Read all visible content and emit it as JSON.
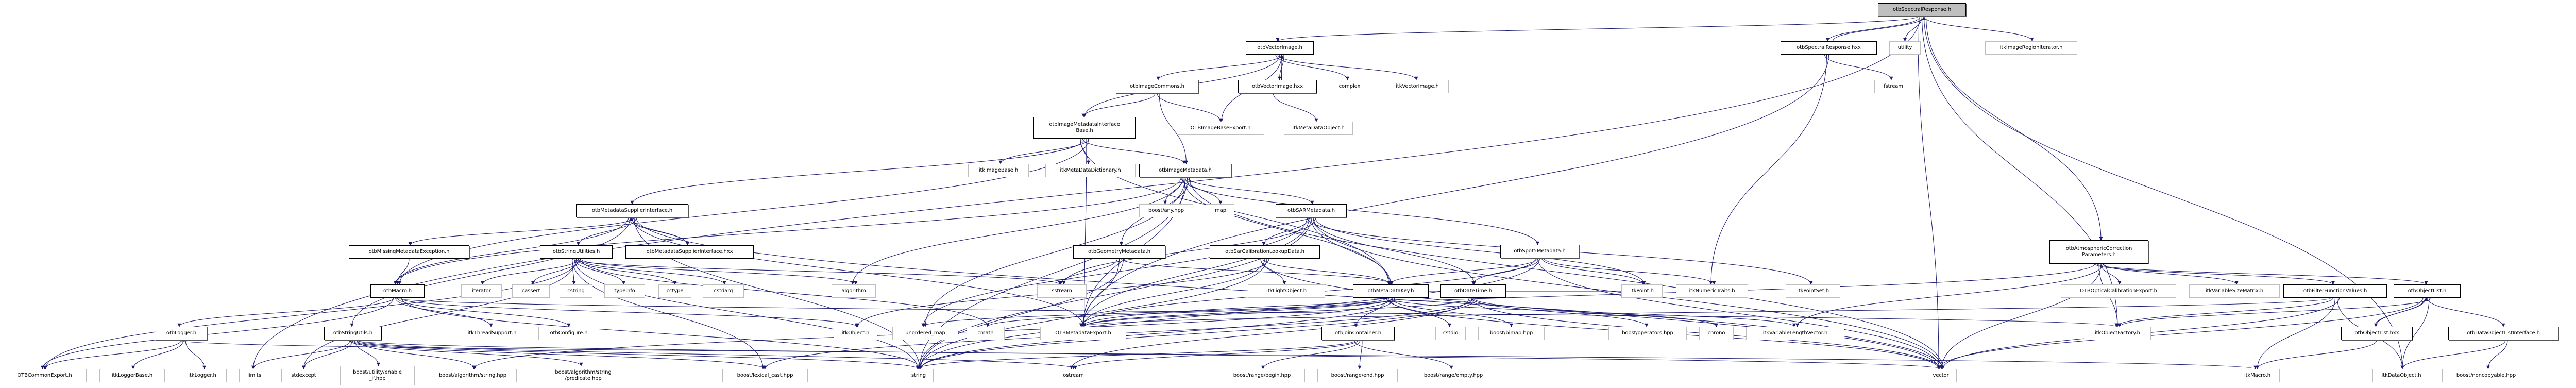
{
  "title": "otbSpectralResponse.h include dependency graph",
  "colors": {
    "edge": "#191970",
    "root_fill": "#bfbfbf",
    "internal_border": "#000000",
    "external_border": "#bfbfbf"
  },
  "nodes": [
    {
      "id": "root",
      "label": "otbSpectralResponse.h",
      "kind": "root"
    },
    {
      "id": "vecimg",
      "label": "otbVectorImage.h",
      "kind": "internal"
    },
    {
      "id": "srhxx",
      "label": "otbSpectralResponse.hxx",
      "kind": "internal"
    },
    {
      "id": "utility",
      "label": "utility",
      "kind": "external"
    },
    {
      "id": "itkiri",
      "label": "itkImageRegionIterator.h",
      "kind": "external"
    },
    {
      "id": "imgcommons",
      "label": "otbImageCommons.h",
      "kind": "internal"
    },
    {
      "id": "vecimghxx",
      "label": "otbVectorImage.hxx",
      "kind": "internal"
    },
    {
      "id": "complex",
      "label": "complex",
      "kind": "external"
    },
    {
      "id": "itkvecimg",
      "label": "itkVectorImage.h",
      "kind": "external"
    },
    {
      "id": "fstream",
      "label": "fstream",
      "kind": "external"
    },
    {
      "id": "imib",
      "label": "otbImageMetadataInterface\nBase.h",
      "kind": "internal"
    },
    {
      "id": "otbimgexp",
      "label": "OTBImageBaseExport.h",
      "kind": "external"
    },
    {
      "id": "itkmdo",
      "label": "itkMetaDataObject.h",
      "kind": "external"
    },
    {
      "id": "itkimgbase",
      "label": "itkImageBase.h",
      "kind": "external"
    },
    {
      "id": "itkmdd",
      "label": "itkMetaDataDictionary.h",
      "kind": "external"
    },
    {
      "id": "imgmd",
      "label": "otbImageMetadata.h",
      "kind": "internal"
    },
    {
      "id": "msi",
      "label": "otbMetadataSupplierInterface.h",
      "kind": "internal"
    },
    {
      "id": "boostany",
      "label": "boost/any.hpp",
      "kind": "external"
    },
    {
      "id": "map",
      "label": "map",
      "kind": "external"
    },
    {
      "id": "sarmd",
      "label": "otbSARMetadata.h",
      "kind": "internal"
    },
    {
      "id": "missing",
      "label": "otbMissingMetadataException.h",
      "kind": "internal"
    },
    {
      "id": "strutilities",
      "label": "otbStringUtilities.h",
      "kind": "internal"
    },
    {
      "id": "msihxx",
      "label": "otbMetadataSupplierInterface.hxx",
      "kind": "internal"
    },
    {
      "id": "geommd",
      "label": "otbGeometryMetadata.h",
      "kind": "internal"
    },
    {
      "id": "sarcal",
      "label": "otbSarCalibrationLookupData.h",
      "kind": "internal"
    },
    {
      "id": "spot5",
      "label": "otbSpot5Metadata.h",
      "kind": "internal"
    },
    {
      "id": "atmo",
      "label": "otbAtmosphericCorrection\nParameters.h",
      "kind": "internal"
    },
    {
      "id": "macro",
      "label": "otbMacro.h",
      "kind": "internal"
    },
    {
      "id": "iterator",
      "label": "iterator",
      "kind": "external"
    },
    {
      "id": "cassert",
      "label": "cassert",
      "kind": "external"
    },
    {
      "id": "cstring",
      "label": "cstring",
      "kind": "external"
    },
    {
      "id": "typeinfo",
      "label": "typeinfo",
      "kind": "external"
    },
    {
      "id": "cctype",
      "label": "cctype",
      "kind": "external"
    },
    {
      "id": "cstdarg",
      "label": "cstdarg",
      "kind": "external"
    },
    {
      "id": "algorithm",
      "label": "algorithm",
      "kind": "external"
    },
    {
      "id": "sstream",
      "label": "sstream",
      "kind": "external"
    },
    {
      "id": "itklight",
      "label": "itkLightObject.h",
      "kind": "external"
    },
    {
      "id": "mdkey",
      "label": "otbMetaDataKey.h",
      "kind": "internal"
    },
    {
      "id": "datetime",
      "label": "otbDateTime.h",
      "kind": "internal"
    },
    {
      "id": "itkpoint",
      "label": "itkPoint.h",
      "kind": "external"
    },
    {
      "id": "itknumtraits",
      "label": "itkNumericTraits.h",
      "kind": "external"
    },
    {
      "id": "itkpointset",
      "label": "itkPointSet.h",
      "kind": "external"
    },
    {
      "id": "otboptexp",
      "label": "OTBOpticalCalibrationExport.h",
      "kind": "external"
    },
    {
      "id": "itkvsm",
      "label": "itkVariableSizeMatrix.h",
      "kind": "external"
    },
    {
      "id": "ffv",
      "label": "otbFilterFunctionValues.h",
      "kind": "internal"
    },
    {
      "id": "objlist",
      "label": "otbObjectList.h",
      "kind": "internal"
    },
    {
      "id": "logger",
      "label": "otbLogger.h",
      "kind": "internal"
    },
    {
      "id": "strutils",
      "label": "otbStringUtils.h",
      "kind": "internal"
    },
    {
      "id": "itkthread",
      "label": "itkThreadSupport.h",
      "kind": "external"
    },
    {
      "id": "configure",
      "label": "otbConfigure.h",
      "kind": "external"
    },
    {
      "id": "itkobject",
      "label": "itkObject.h",
      "kind": "external"
    },
    {
      "id": "umap",
      "label": "unordered_map",
      "kind": "external"
    },
    {
      "id": "cmath",
      "label": "cmath",
      "kind": "external"
    },
    {
      "id": "otbmdexp",
      "label": "OTBMetadataExport.h",
      "kind": "external"
    },
    {
      "id": "join",
      "label": "otbJoinContainer.h",
      "kind": "internal"
    },
    {
      "id": "cstdio",
      "label": "cstdio",
      "kind": "external"
    },
    {
      "id": "bimap",
      "label": "boost/bimap.hpp",
      "kind": "external"
    },
    {
      "id": "operators",
      "label": "boost/operators.hpp",
      "kind": "external"
    },
    {
      "id": "chrono",
      "label": "chrono",
      "kind": "external"
    },
    {
      "id": "itkvlv",
      "label": "itkVariableLengthVector.h",
      "kind": "external"
    },
    {
      "id": "itkobjfac",
      "label": "itkObjectFactory.h",
      "kind": "external"
    },
    {
      "id": "objlisthxx",
      "label": "otbObjectList.hxx",
      "kind": "internal"
    },
    {
      "id": "dolint",
      "label": "otbDataObjectListInterface.h",
      "kind": "internal"
    },
    {
      "id": "otbcommonexp",
      "label": "OTBCommonExport.h",
      "kind": "external"
    },
    {
      "id": "itkloggerbase",
      "label": "itkLoggerBase.h",
      "kind": "external"
    },
    {
      "id": "itklogger",
      "label": "itkLogger.h",
      "kind": "external"
    },
    {
      "id": "limits",
      "label": "limits",
      "kind": "external"
    },
    {
      "id": "stdexcept",
      "label": "stdexcept",
      "kind": "external"
    },
    {
      "id": "enableif",
      "label": "boost/utility/enable\n_if.hpp",
      "kind": "external"
    },
    {
      "id": "algstring",
      "label": "boost/algorithm/string.hpp",
      "kind": "external"
    },
    {
      "id": "algpred",
      "label": "boost/algorithm/string\n/predicate.hpp",
      "kind": "external"
    },
    {
      "id": "lexcast",
      "label": "boost/lexical_cast.hpp",
      "kind": "external"
    },
    {
      "id": "string",
      "label": "string",
      "kind": "external"
    },
    {
      "id": "ostream",
      "label": "ostream",
      "kind": "external"
    },
    {
      "id": "rbegin",
      "label": "boost/range/begin.hpp",
      "kind": "external"
    },
    {
      "id": "rend",
      "label": "boost/range/end.hpp",
      "kind": "external"
    },
    {
      "id": "rempty",
      "label": "boost/range/empty.hpp",
      "kind": "external"
    },
    {
      "id": "vector",
      "label": "vector",
      "kind": "external"
    },
    {
      "id": "itkmacro",
      "label": "itkMacro.h",
      "kind": "external"
    },
    {
      "id": "itkdataobj",
      "label": "itkDataObject.h",
      "kind": "external"
    },
    {
      "id": "noncopy",
      "label": "boost/noncopyable.hpp",
      "kind": "external"
    }
  ],
  "edges": [
    [
      "root",
      "vecimg"
    ],
    [
      "root",
      "srhxx"
    ],
    [
      "root",
      "utility"
    ],
    [
      "root",
      "itkiri"
    ],
    [
      "root",
      "atmo"
    ],
    [
      "root",
      "vector"
    ],
    [
      "root",
      "limits"
    ],
    [
      "root",
      "itkobjfac"
    ],
    [
      "root",
      "itkdataobj"
    ],
    [
      "srhxx",
      "root"
    ],
    [
      "srhxx",
      "fstream"
    ],
    [
      "srhxx",
      "itknumtraits"
    ],
    [
      "srhxx",
      "otbmdexp"
    ],
    [
      "vecimg",
      "imgcommons"
    ],
    [
      "vecimg",
      "vecimghxx"
    ],
    [
      "vecimg",
      "complex"
    ],
    [
      "vecimg",
      "itkvecimg"
    ],
    [
      "vecimg",
      "imib"
    ],
    [
      "vecimg",
      "otbimgexp"
    ],
    [
      "vecimghxx",
      "vecimg"
    ],
    [
      "vecimghxx",
      "itkmdo"
    ],
    [
      "imgcommons",
      "imib"
    ],
    [
      "imgcommons",
      "otbimgexp"
    ],
    [
      "imgcommons",
      "imgmd"
    ],
    [
      "imib",
      "itkimgbase"
    ],
    [
      "imib",
      "itkmdd"
    ],
    [
      "imib",
      "imgmd"
    ],
    [
      "imib",
      "msi"
    ],
    [
      "imib",
      "otbmdexp"
    ],
    [
      "imib",
      "macro"
    ],
    [
      "imib",
      "mdkey"
    ],
    [
      "imgmd",
      "boostany"
    ],
    [
      "imgmd",
      "map"
    ],
    [
      "imgmd",
      "sarmd"
    ],
    [
      "imgmd",
      "geommd"
    ],
    [
      "imgmd",
      "spot5"
    ],
    [
      "imgmd",
      "mdkey"
    ],
    [
      "imgmd",
      "otbmdexp"
    ],
    [
      "imgmd",
      "string"
    ],
    [
      "imgmd",
      "vector"
    ],
    [
      "imgmd",
      "macro"
    ],
    [
      "imgmd",
      "algorithm"
    ],
    [
      "imgmd",
      "umap"
    ],
    [
      "msi",
      "missing"
    ],
    [
      "msi",
      "strutilities"
    ],
    [
      "msi",
      "msihxx"
    ],
    [
      "msi",
      "strutils"
    ],
    [
      "msi",
      "otbmdexp"
    ],
    [
      "msi",
      "string"
    ],
    [
      "msi",
      "vector"
    ],
    [
      "msi",
      "macro"
    ],
    [
      "msihxx",
      "msi"
    ],
    [
      "missing",
      "macro"
    ],
    [
      "strutilities",
      "iterator"
    ],
    [
      "strutilities",
      "cassert"
    ],
    [
      "strutilities",
      "cstring"
    ],
    [
      "strutilities",
      "typeinfo"
    ],
    [
      "strutilities",
      "cctype"
    ],
    [
      "strutilities",
      "cstdarg"
    ],
    [
      "strutilities",
      "algorithm"
    ],
    [
      "strutilities",
      "sstream"
    ],
    [
      "strutilities",
      "string"
    ],
    [
      "strutilities",
      "stdexcept"
    ],
    [
      "strutilities",
      "otbcommonexp"
    ],
    [
      "strutilities",
      "cmath"
    ],
    [
      "strutilities",
      "lexcast"
    ],
    [
      "sarmd",
      "sarcal"
    ],
    [
      "sarmd",
      "mdkey"
    ],
    [
      "sarmd",
      "datetime"
    ],
    [
      "sarmd",
      "itkpoint"
    ],
    [
      "sarmd",
      "itkpointset"
    ],
    [
      "sarmd",
      "otbmdexp"
    ],
    [
      "sarmd",
      "string"
    ],
    [
      "sarmd",
      "vector"
    ],
    [
      "sarmd",
      "sstream"
    ],
    [
      "sarmd",
      "umap"
    ],
    [
      "geommd",
      "sstream"
    ],
    [
      "geommd",
      "otbmdexp"
    ],
    [
      "geommd",
      "mdkey"
    ],
    [
      "geommd",
      "string"
    ],
    [
      "sarcal",
      "itklight"
    ],
    [
      "sarcal",
      "mdkey"
    ],
    [
      "sarcal",
      "otbmdexp"
    ],
    [
      "sarcal",
      "string"
    ],
    [
      "sarcal",
      "itkobject"
    ],
    [
      "sarcal",
      "vector"
    ],
    [
      "spot5",
      "mdkey"
    ],
    [
      "spot5",
      "datetime"
    ],
    [
      "spot5",
      "itkpoint"
    ],
    [
      "spot5",
      "itknumtraits"
    ],
    [
      "spot5",
      "otbmdexp"
    ],
    [
      "spot5",
      "vector"
    ],
    [
      "spot5",
      "string"
    ],
    [
      "atmo",
      "otboptexp"
    ],
    [
      "atmo",
      "itkvsm"
    ],
    [
      "atmo",
      "ffv"
    ],
    [
      "atmo",
      "objlist"
    ],
    [
      "atmo",
      "itkobjfac"
    ],
    [
      "atmo",
      "vector"
    ],
    [
      "atmo",
      "itkvlv"
    ],
    [
      "atmo",
      "otbmdexp"
    ],
    [
      "ffv",
      "itkobjfac"
    ],
    [
      "ffv",
      "itkmacro"
    ],
    [
      "ffv",
      "itkdataobj"
    ],
    [
      "ffv",
      "vector"
    ],
    [
      "ffv",
      "otbmdexp"
    ],
    [
      "objlist",
      "objlisthxx"
    ],
    [
      "objlist",
      "dolint"
    ],
    [
      "objlist",
      "itkdataobj"
    ],
    [
      "objlist",
      "itkobjfac"
    ],
    [
      "objlist",
      "vector"
    ],
    [
      "objlisthxx",
      "objlist"
    ],
    [
      "objlisthxx",
      "itkmacro"
    ],
    [
      "dolint",
      "itkdataobj"
    ],
    [
      "dolint",
      "noncopy"
    ],
    [
      "macro",
      "logger"
    ],
    [
      "macro",
      "itkthread"
    ],
    [
      "macro",
      "configure"
    ],
    [
      "macro",
      "itkobject"
    ],
    [
      "macro",
      "string"
    ],
    [
      "macro",
      "otbcommonexp"
    ],
    [
      "macro",
      "itkobjfac"
    ],
    [
      "logger",
      "otbcommonexp"
    ],
    [
      "logger",
      "itkloggerbase"
    ],
    [
      "logger",
      "itklogger"
    ],
    [
      "logger",
      "itkmacro"
    ],
    [
      "strutils",
      "limits"
    ],
    [
      "strutils",
      "stdexcept"
    ],
    [
      "strutils",
      "enableif"
    ],
    [
      "strutils",
      "algstring"
    ],
    [
      "strutils",
      "algpred"
    ],
    [
      "strutils",
      "lexcast"
    ],
    [
      "strutils",
      "string"
    ],
    [
      "strutils",
      "vector"
    ],
    [
      "strutils",
      "ostream"
    ],
    [
      "mdkey",
      "join"
    ],
    [
      "mdkey",
      "cstdio"
    ],
    [
      "mdkey",
      "bimap"
    ],
    [
      "mdkey",
      "otbmdexp"
    ],
    [
      "mdkey",
      "string"
    ],
    [
      "mdkey",
      "vector"
    ],
    [
      "mdkey",
      "itkvlv"
    ],
    [
      "mdkey",
      "itkpoint"
    ],
    [
      "mdkey",
      "algstring"
    ],
    [
      "mdkey",
      "cmath"
    ],
    [
      "mdkey",
      "umap"
    ],
    [
      "datetime",
      "operators"
    ],
    [
      "datetime",
      "chrono"
    ],
    [
      "datetime",
      "otbmdexp"
    ],
    [
      "datetime",
      "string"
    ],
    [
      "datetime",
      "ostream"
    ],
    [
      "datetime",
      "vector"
    ],
    [
      "datetime",
      "lexcast"
    ],
    [
      "join",
      "rbegin"
    ],
    [
      "join",
      "rend"
    ],
    [
      "join",
      "rempty"
    ],
    [
      "join",
      "string"
    ],
    [
      "join",
      "ostream"
    ]
  ]
}
